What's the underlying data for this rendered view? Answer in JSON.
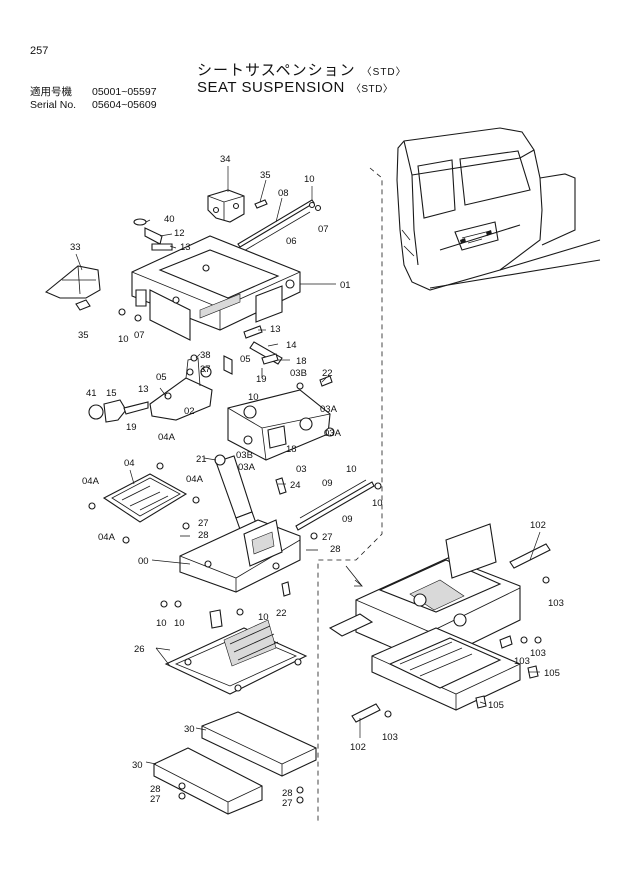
{
  "page_number": "257",
  "title_jp": "シートサスペンション",
  "title_en": "SEAT SUSPENSION",
  "variant": "〈STD〉",
  "serials": [
    {
      "label": "適用号機",
      "range": "05001~05597"
    },
    {
      "label": "Serial No.",
      "range": "05604~05609"
    }
  ],
  "part_numbers": {
    "p00": "00",
    "p01": "01",
    "p02": "02",
    "p03": "03",
    "p03A_a": "03A",
    "p03A_b": "03A",
    "p03B_a": "03B",
    "p03B_b": "03B",
    "p04": "04",
    "p04A_a": "04A",
    "p04A_b": "04A",
    "p04A_c": "04A",
    "p04A_d": "04A",
    "p05_a": "05",
    "p05_b": "05",
    "p06": "06",
    "p07_a": "07",
    "p07_b": "07",
    "p08": "08",
    "p09_a": "09",
    "p09_b": "09",
    "p10_a": "10",
    "p10_b": "10",
    "p10_c": "10",
    "p10_d": "10",
    "p10_e": "10",
    "p10_f": "10",
    "p10_g": "10",
    "p10_h": "10",
    "p12": "12",
    "p13_a": "13",
    "p13_b": "13",
    "p13_c": "13",
    "p14": "14",
    "p15": "15",
    "p18_a": "18",
    "p18_b": "18",
    "p19_a": "19",
    "p19_b": "19",
    "p21": "21",
    "p22_a": "22",
    "p22_b": "22",
    "p24": "24",
    "p26": "26",
    "p27_a": "27",
    "p27_b": "27",
    "p27_c": "27",
    "p28_a": "28",
    "p28_b": "28",
    "p28_c": "28",
    "p28_d": "28",
    "p30_a": "30",
    "p30_b": "30",
    "p33": "33",
    "p34": "34",
    "p35_a": "35",
    "p35_b": "35",
    "p37": "37",
    "p38": "38",
    "p40": "40",
    "p41": "41",
    "p102_a": "102",
    "p102_b": "102",
    "p103_a": "103",
    "p103_b": "103",
    "p103_c": "103",
    "p103_d": "103",
    "p105_a": "105",
    "p105_b": "105",
    "p00_leader": ""
  },
  "colors": {
    "ink": "#1a1a1a",
    "paper": "#ffffff"
  }
}
